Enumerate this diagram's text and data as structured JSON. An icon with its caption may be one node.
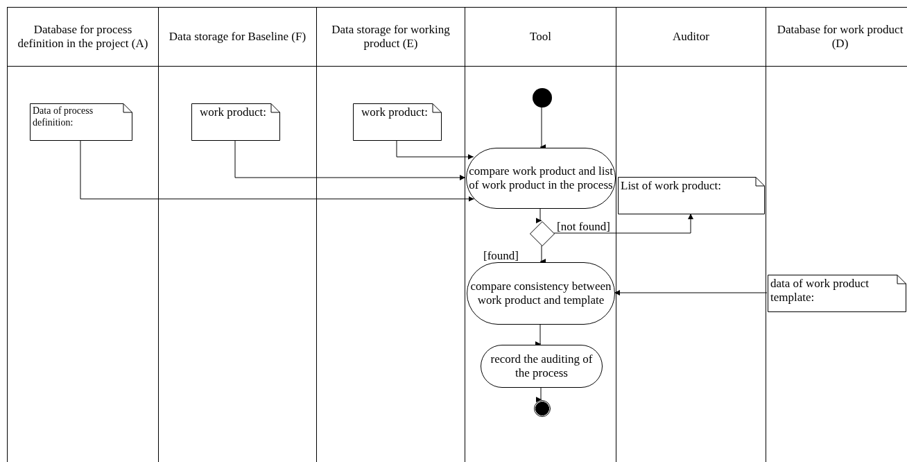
{
  "diagram": {
    "nodes": [
      {
        "text": [
          "Database for process definition in the project (A)"
        ]
      },
      {
        "text": [
          "Data storage for Baseline (F)"
        ]
      },
      {
        "text": [
          "Data storage for working product (E)"
        ]
      },
      {
        "text": [
          "Tool"
        ]
      },
      {
        "text": [
          "Auditor"
        ]
      },
      {
        "text": [
          "Database for work product (D)"
        ]
      },
      {
        "text": [
          "Data of process definition:"
        ],
        "in": 0
      },
      {
        "text": [
          "work product:"
        ],
        "in": 1
      },
      {
        "text": [
          "work product:"
        ],
        "in": 2
      },
      {
        "text": [],
        "shape": "circle",
        "in": 3
      },
      {
        "text": [
          "compare work product and list of work product in the process"
        ],
        "in": 3
      },
      {
        "text": [
          "List of work product:"
        ],
        "in": 4
      },
      {
        "text": [],
        "shape": "diamond",
        "in": 3
      },
      {
        "text": [
          "compare consistency between work product and template"
        ],
        "in": 3
      },
      {
        "text": [
          "data of work product template:"
        ],
        "in": 5
      },
      {
        "text": [
          "record the auditing of the process"
        ],
        "in": 3
      },
      {
        "text": [],
        "shape": "circle",
        "in": 3
      }
    ],
    "edges": [
      {
        "from": 6,
        "to": 10,
        "arrow": "to"
      },
      {
        "from": 7,
        "to": 10,
        "arrow": "to"
      },
      {
        "from": 8,
        "to": 10,
        "arrow": "to"
      },
      {
        "from": 9,
        "to": 10,
        "arrow": "to"
      },
      {
        "from": 10,
        "to": 12,
        "arrow": "to"
      },
      {
        "from": 12,
        "to": 11,
        "arrow": "to",
        "label": "[not found]"
      },
      {
        "from": 12,
        "to": 13,
        "arrow": "to",
        "label": "[found]"
      },
      {
        "from": 14,
        "to": 13,
        "arrow": "to"
      },
      {
        "from": 13,
        "to": 15,
        "arrow": "to"
      },
      {
        "from": 15,
        "to": 16,
        "arrow": "to"
      }
    ]
  }
}
